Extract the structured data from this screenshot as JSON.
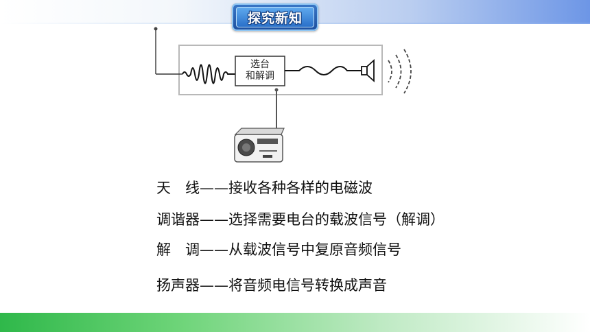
{
  "header": {
    "section_title": "探究新知"
  },
  "diagram": {
    "box_label_line1": "选台",
    "box_label_line2": "和解调"
  },
  "definitions": [
    {
      "term": "天　线",
      "desc": "——接收各种各样的电磁波"
    },
    {
      "term": "调谐器",
      "desc": "——选择需要电台的载波信号（解调）"
    },
    {
      "term": "解　调",
      "desc": "——从载波信号中复原音频信号"
    },
    {
      "term": "扬声器",
      "desc": "——将音频电信号转换成声音"
    }
  ],
  "colors": {
    "header_accent": "#2a70c9",
    "footer_accent": "#2fb84a"
  }
}
